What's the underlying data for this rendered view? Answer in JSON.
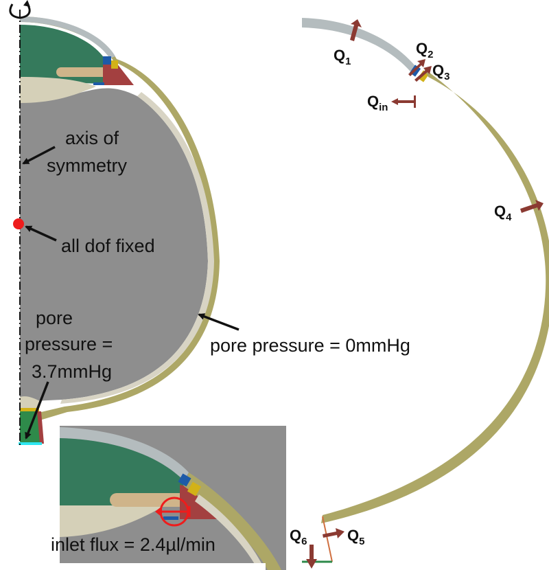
{
  "labels": {
    "axis_line1": "axis of",
    "axis_line2": "symmetry",
    "dof": "all dof fixed",
    "pore_in_line1": "pore",
    "pore_in_line2": "pressure =",
    "pore_in_line3": "3.7mmHg",
    "pore_out": "pore pressure = 0mmHg",
    "inlet": "inlet flux = 2.4µl/min"
  },
  "fluxes": {
    "q1": {
      "main": "Q",
      "sub": "1"
    },
    "q2": {
      "main": "Q",
      "sub": "2"
    },
    "q3": {
      "main": "Q",
      "sub": "3"
    },
    "qin": {
      "main": "Q",
      "sub": "in"
    },
    "q4": {
      "main": "Q",
      "sub": "4"
    },
    "q5": {
      "main": "Q",
      "sub": "5"
    },
    "q6": {
      "main": "Q",
      "sub": "6"
    }
  },
  "colors": {
    "vitreous": "#8e8e8e",
    "sclera": "#ada766",
    "cornea": "#b4bcbe",
    "aqueous": "#357a5c",
    "lens": "#d5d0b8",
    "ciliary": "#a34040",
    "boundary": "#ee1c1c",
    "arrow": "#8b3a32",
    "inner_layer": "#d8d4c4"
  }
}
